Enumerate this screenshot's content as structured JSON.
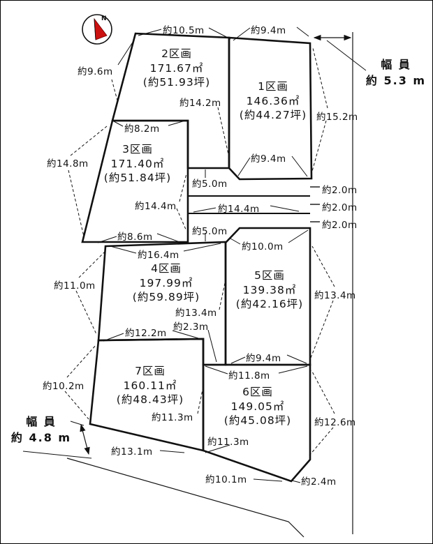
{
  "compass": {
    "north_label": "N"
  },
  "parcels": [
    {
      "name": "1区画",
      "area_sqm": "146.36㎡",
      "area_tsubo": "(約44.27坪)"
    },
    {
      "name": "2区画",
      "area_sqm": "171.67㎡",
      "area_tsubo": "(約51.93坪)"
    },
    {
      "name": "3区画",
      "area_sqm": "171.40㎡",
      "area_tsubo": "(約51.84坪)"
    },
    {
      "name": "4区画",
      "area_sqm": "197.99㎡",
      "area_tsubo": "(約59.89坪)"
    },
    {
      "name": "5区画",
      "area_sqm": "139.38㎡",
      "area_tsubo": "(約42.16坪)"
    },
    {
      "name": "6区画",
      "area_sqm": "149.05㎡",
      "area_tsubo": "(約45.08坪)"
    },
    {
      "name": "7区画",
      "area_sqm": "160.11㎡",
      "area_tsubo": "(約48.43坪)"
    }
  ],
  "roads": {
    "right": {
      "line1": "幅 員",
      "line2": "約 5.3 m"
    },
    "bottom": {
      "line1": "幅 員",
      "line2": "約 4.8 m"
    }
  },
  "dims": {
    "top_10_5": "約10.5m",
    "top_9_4": "約9.4m",
    "left_9_6": "約9.6m",
    "p2_right_14_2": "約14.2m",
    "right_15_2": "約15.2m",
    "p3_top_8_2": "約8.2m",
    "left_14_8": "約14.8m",
    "p3_right_14_4": "約14.4m",
    "p3_bottom_8_6": "約8.6m",
    "mid_upper_5_0": "約5.0m",
    "p1_bottom_9_4": "約9.4m",
    "strip_14_4": "約14.4m",
    "right_2_0_a": "約2.0m",
    "right_2_0_b": "約2.0m",
    "right_2_0_c": "約2.0m",
    "mid_lower_5_0": "約5.0m",
    "p5_top_10_0": "約10.0m",
    "p4_top_16_4": "約16.4m",
    "left_11_0": "約11.0m",
    "p4_right_13_4": "約13.4m",
    "p4_leg_2_3": "約2.3m",
    "p4_bottom_12_2": "約12.2m",
    "p5_right_13_4": "約13.4m",
    "p5_bottom_9_4": "約9.4m",
    "p6_top_11_8": "約11.8m",
    "p6_right_12_6": "約12.6m",
    "left_10_2": "約10.2m",
    "p7_right_11_3": "約11.3m",
    "p6_left_11_3": "約11.3m",
    "p7_bottom_13_1": "約13.1m",
    "p6_bottom_10_1": "約10.1m",
    "p6_corner_2_4": "約2.4m"
  },
  "line_color": "#111111",
  "compass_arrow_color": "#cc1111"
}
